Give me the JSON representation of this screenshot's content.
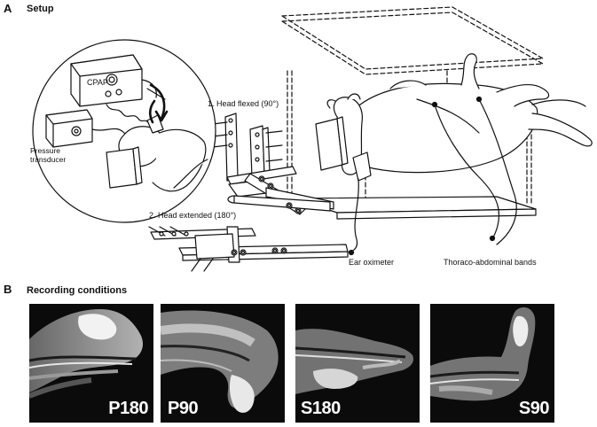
{
  "panel_a": {
    "letter": "A",
    "title": "Setup",
    "labels": {
      "cpap": "CPAP",
      "pressure_transducer_1": "Pressure",
      "pressure_transducer_2": "transducer",
      "head_flexed": "1. Head flexed (90°)",
      "head_extended": "2. Head extended (180°)",
      "ear_oximeter": "Ear oximeter",
      "thoraco_bands": "Thoraco-abdominal bands"
    }
  },
  "panel_b": {
    "letter": "B",
    "title": "Recording conditions",
    "images": [
      {
        "label": "P180"
      },
      {
        "label": "P90"
      },
      {
        "label": "S180"
      },
      {
        "label": "S90"
      }
    ]
  }
}
